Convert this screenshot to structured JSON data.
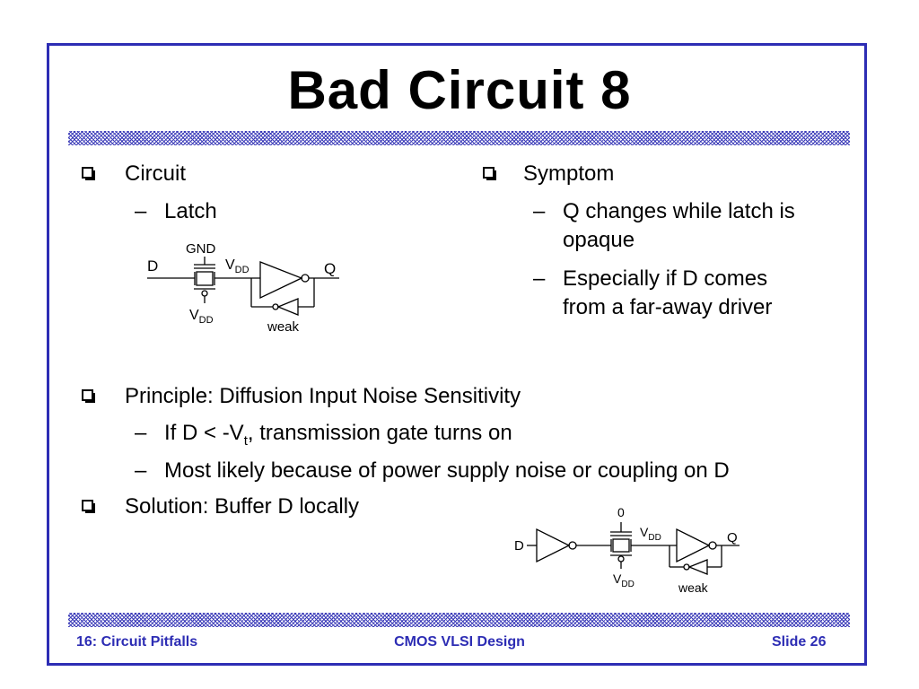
{
  "title": "Bad Circuit 8",
  "left": {
    "heading": "Circuit",
    "sub": "Latch"
  },
  "right": {
    "heading": "Symptom",
    "sub1_line1": "Q changes while latch is",
    "sub1_line2": "opaque",
    "sub2_line1": "Especially if D comes",
    "sub2_line2": "from a far-away driver"
  },
  "principle": {
    "heading": "Principle: Diffusion Input Noise Sensitivity",
    "sub1_a": "If D < -V",
    "sub1_sub": "t",
    "sub1_b": ", transmission gate turns on",
    "sub2": "Most likely because of power supply noise or coupling on D"
  },
  "solution": {
    "heading": "Solution: Buffer D locally"
  },
  "dash": "–",
  "circuit1": {
    "gnd": "GND",
    "d": "D",
    "v": "V",
    "dd": "DD",
    "q": "Q",
    "weak": "weak"
  },
  "circuit2": {
    "zero": "0",
    "d": "D",
    "v": "V",
    "dd": "DD",
    "q": "Q",
    "weak": "weak"
  },
  "footer": {
    "left": "16: Circuit Pitfalls",
    "center": "CMOS VLSI Design",
    "right": "Slide 26"
  },
  "colors": {
    "frame": "#2d2db4",
    "footer_text": "#2d2db4",
    "hatch": "#3b3bb8"
  },
  "icons": {
    "bullet": "hollow-square-bullet"
  }
}
